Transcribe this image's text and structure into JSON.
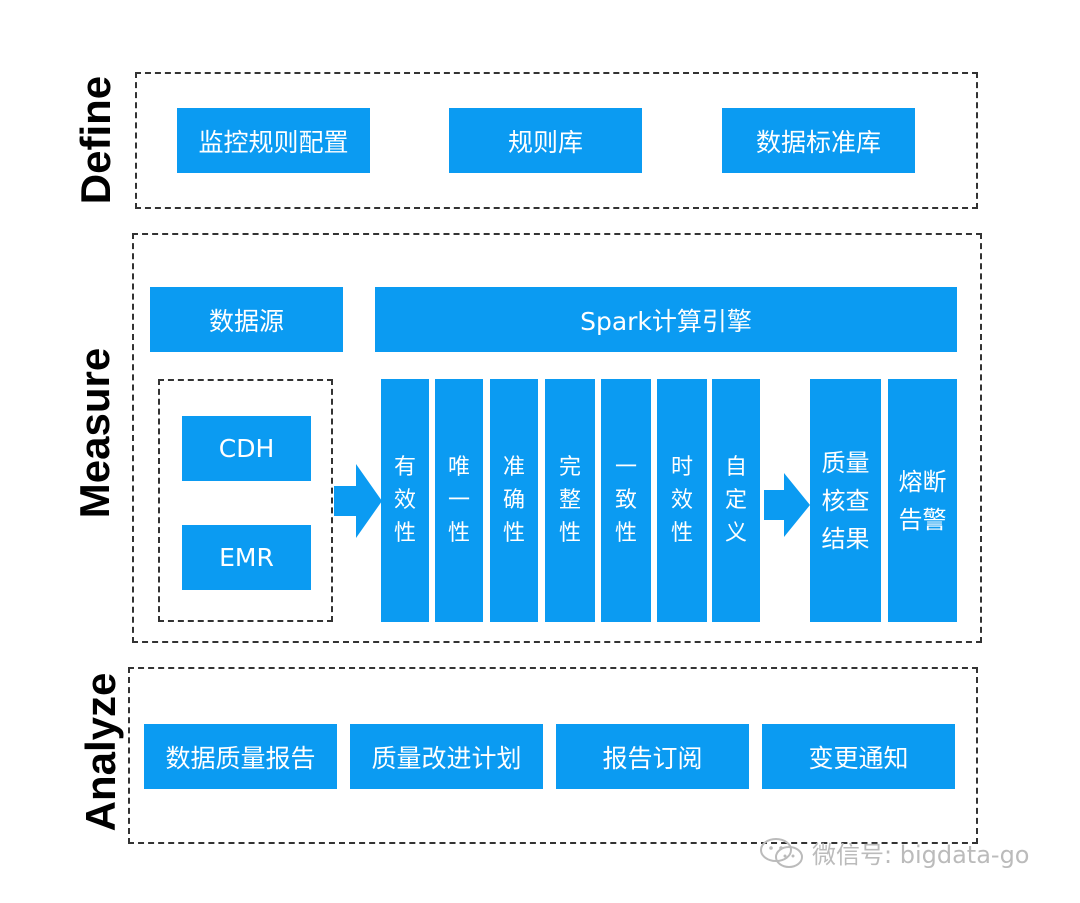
{
  "define": {
    "label": "Define",
    "items": [
      "监控规则配置",
      "规则库",
      "数据标准库"
    ]
  },
  "measure": {
    "label": "Measure",
    "datasource": "数据源",
    "engine": "Spark计算引擎",
    "sources": [
      "CDH",
      "EMR"
    ],
    "checks": [
      "有效性",
      "唯一性",
      "准确性",
      "完整性",
      "一致性",
      "时效性",
      "自定义"
    ],
    "results": [
      "质量核查结果",
      "熔断告警"
    ]
  },
  "analyze": {
    "label": "Analyze",
    "items": [
      "数据质量报告",
      "质量改进计划",
      "报告订阅",
      "变更通知"
    ]
  },
  "watermark": "微信号: bigdata-go",
  "colors": {
    "box": "#0b9bf2",
    "border": "#333333",
    "watermark": "#bbbbbb"
  }
}
